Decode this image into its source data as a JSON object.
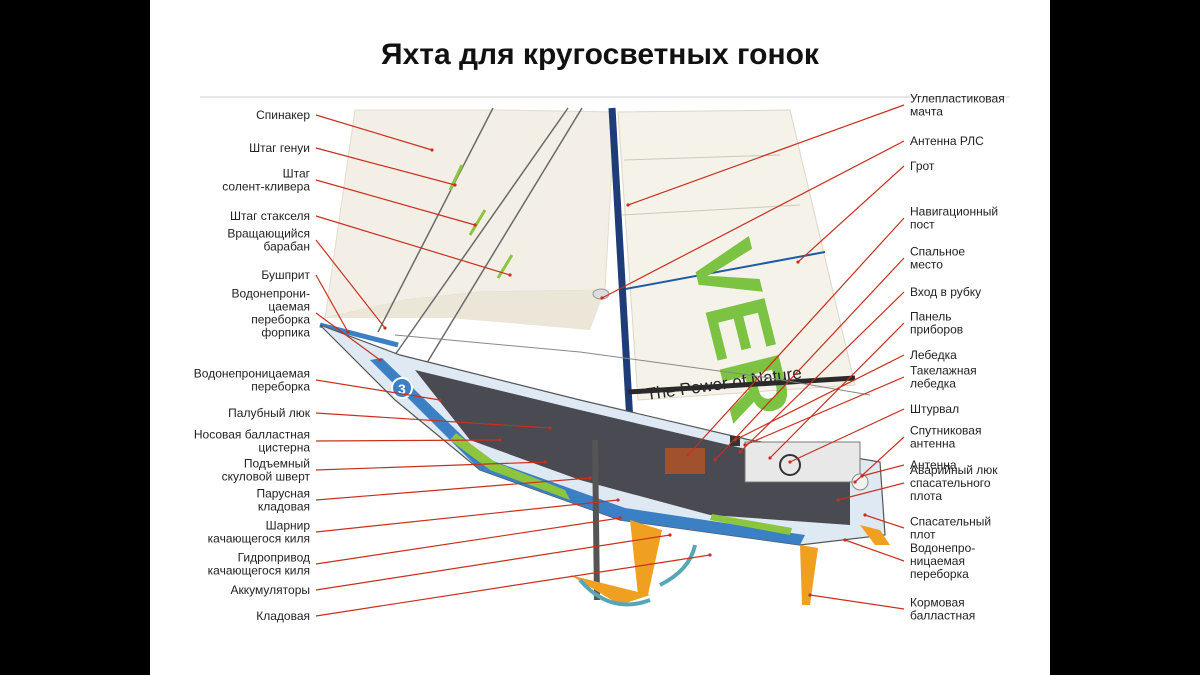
{
  "title": "Яхта для кругосветных гонок",
  "sail_text": {
    "logo": "VER",
    "slogan": "The Power of Nature",
    "bow_number": "3"
  },
  "colors": {
    "leader": "#c8301e",
    "sail": "#f3efe6",
    "hull_blue": "#3b7fc4",
    "hull_green": "#8cc63f",
    "foil": "#f0a020",
    "logo_green": "#7cc243"
  },
  "left_labels": [
    {
      "lines": [
        "Спинакер"
      ]
    },
    {
      "lines": [
        "Штаг генуи"
      ]
    },
    {
      "lines": [
        "Штаг",
        "солент-кливера"
      ]
    },
    {
      "lines": [
        "Штаг стакселя"
      ]
    },
    {
      "lines": [
        "Вращающийся",
        "барабан"
      ]
    },
    {
      "lines": [
        "Бушприт"
      ]
    },
    {
      "lines": [
        "Водонепрони-",
        "цаемая",
        "переборка",
        "форпика"
      ]
    },
    {
      "lines": [
        "Водонепроницаемая",
        "переборка"
      ]
    },
    {
      "lines": [
        "Палубный люк"
      ]
    },
    {
      "lines": [
        "Носовая балластная",
        "цистерна"
      ]
    },
    {
      "lines": [
        "Подъемный",
        "скуловой шверт"
      ]
    },
    {
      "lines": [
        "Парусная",
        "кладовая"
      ]
    },
    {
      "lines": [
        "Шарнир",
        "качающегося киля"
      ]
    },
    {
      "lines": [
        "Гидропривод",
        "качающегося киля"
      ]
    },
    {
      "lines": [
        "Аккумуляторы"
      ]
    },
    {
      "lines": [
        "Кладовая"
      ]
    }
  ],
  "right_labels": [
    {
      "lines": [
        "Углепластиковая",
        "мачта"
      ]
    },
    {
      "lines": [
        "Антенна РЛС"
      ]
    },
    {
      "lines": [
        "Грот"
      ]
    },
    {
      "lines": [
        "Навигационный",
        "пост"
      ]
    },
    {
      "lines": [
        "Спальное",
        "место"
      ]
    },
    {
      "lines": [
        "Вход в рубку"
      ]
    },
    {
      "lines": [
        "Панель",
        "приборов"
      ]
    },
    {
      "lines": [
        "Лебедка"
      ]
    },
    {
      "lines": [
        "Такелажная",
        "лебедка"
      ]
    },
    {
      "lines": [
        "Штурвал"
      ]
    },
    {
      "lines": [
        "Спутниковая",
        "антенна"
      ]
    },
    {
      "lines": [
        "Антенна"
      ]
    },
    {
      "lines": [
        "Аварийный люк",
        "спасательного",
        "плота"
      ]
    },
    {
      "lines": [
        "Спасательный",
        "плот"
      ]
    },
    {
      "lines": [
        "Водонепро-",
        "ницаемая",
        "переборка"
      ]
    },
    {
      "lines": [
        "Кормовая",
        "балластная"
      ]
    }
  ]
}
